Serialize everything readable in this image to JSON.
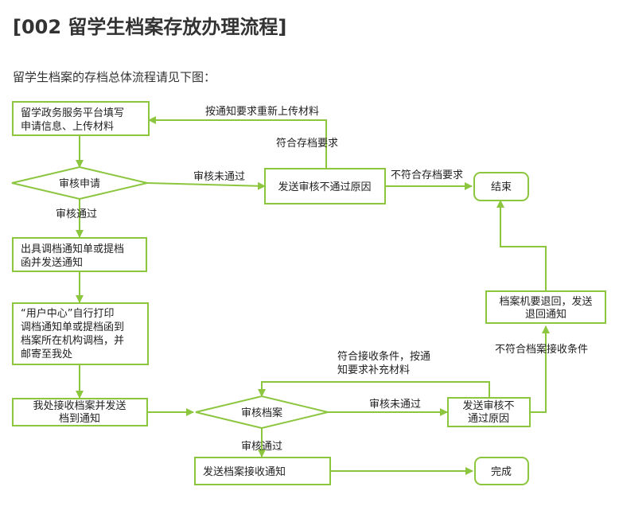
{
  "title": "[002 留学生档案存放办理流程]",
  "intro": "留学生档案的存档总体流程请见下图：",
  "colors": {
    "accent": "#8cc63f",
    "text": "#333333"
  },
  "diagram": {
    "nodes": {
      "n1": [
        "留学政务服务平台填写",
        "申请信息、上传材料"
      ],
      "d1": [
        "审核申请"
      ],
      "n2": [
        "发送审核不通过原因"
      ],
      "end1": [
        "结束"
      ],
      "n3": [
        "出具调档通知单或提档",
        "函并发送通知"
      ],
      "n4": [
        "“用户中心”自行打印",
        "调档通知单或提档函到",
        "档案所在机构调档，并",
        "邮寄至我处"
      ],
      "n5": [
        "我处接收档案并发送",
        "档到通知"
      ],
      "d2": [
        "审核档案"
      ],
      "n6": [
        "发送审核不",
        "通过原因"
      ],
      "n7": [
        "档案机要退回，发送",
        "退回通知"
      ],
      "n8": [
        "发送档案接收通知"
      ],
      "end2": [
        "完成"
      ]
    },
    "edges": {
      "e_reupload": [
        "按通知要求重新上传材料"
      ],
      "e_conform": [
        "符合存档要求"
      ],
      "e_fail1": [
        "审核未通过"
      ],
      "e_nonconform": [
        "不符合存档要求"
      ],
      "e_pass1": [
        "审核通过"
      ],
      "e_supplement": [
        "符合接收条件，按通",
        "知要求补充材料"
      ],
      "e_fail2": [
        "审核未通过"
      ],
      "e_nonreceive": [
        "不符合档案接收条件"
      ],
      "e_pass2": [
        "审核通过"
      ]
    }
  }
}
